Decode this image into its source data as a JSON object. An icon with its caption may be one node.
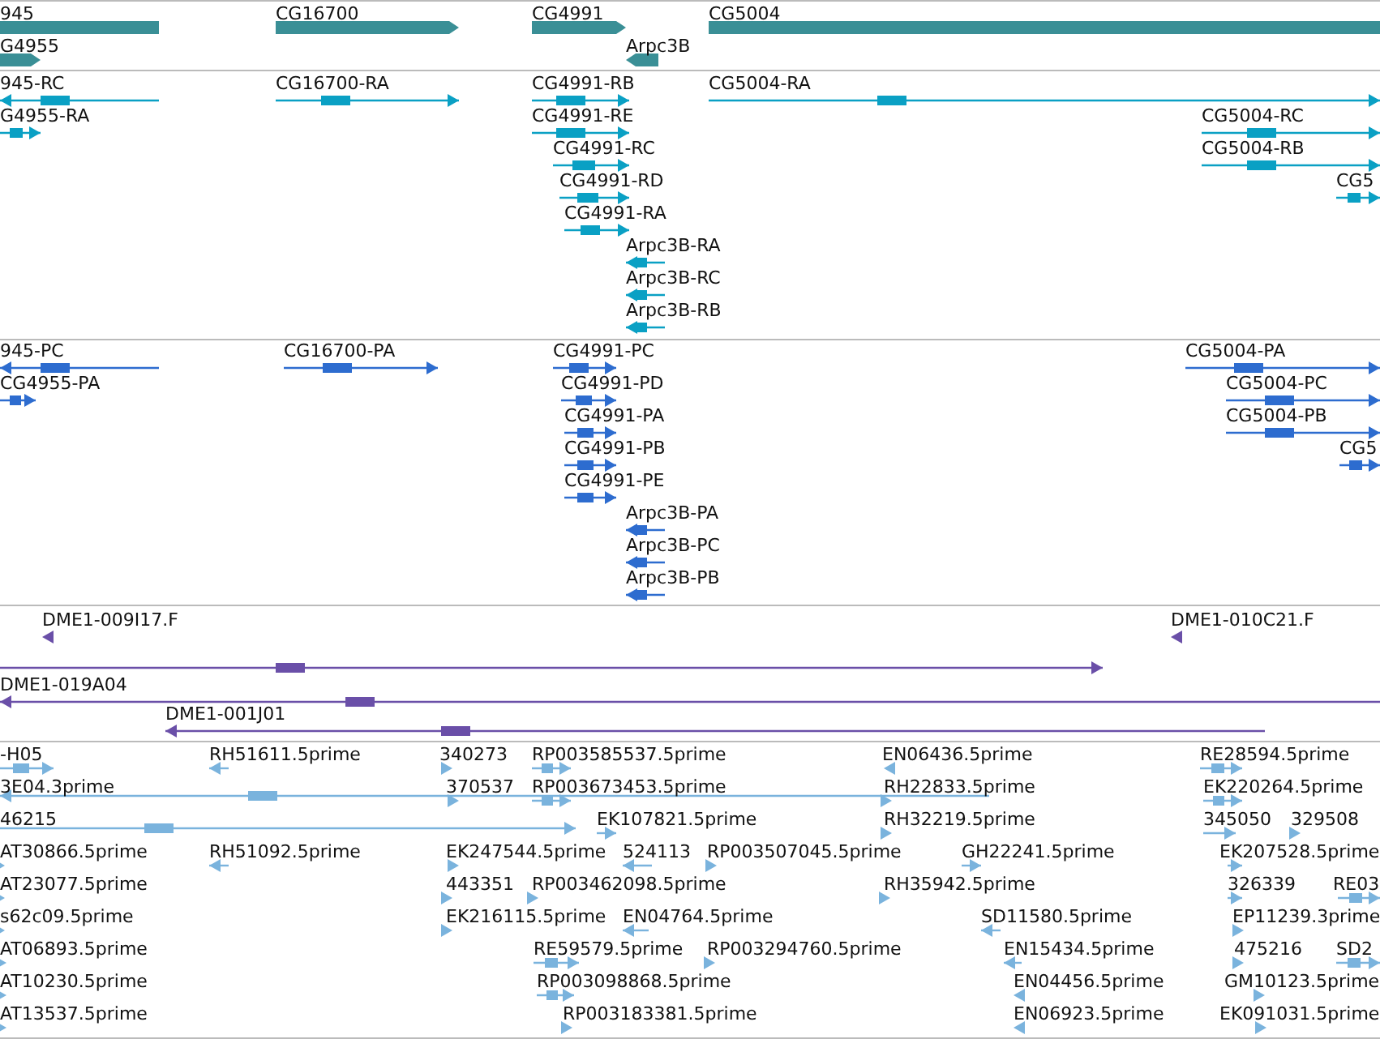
{
  "diagram": {
    "labels": [
      "945",
      "CG16700",
      "CG4991",
      "CG5004",
      "G4955",
      "Arpc3B",
      "945-RC",
      "CG16700-RA",
      "CG4991-RB",
      "CG5004-RA",
      "G4955-RA",
      "CG4991-RE",
      "CG5004-RC",
      "CG4991-RC",
      "CG5004-RB",
      "CG4991-RD",
      "CG5",
      "CG4991-RA",
      "Arpc3B-RA",
      "Arpc3B-RC",
      "Arpc3B-RB",
      "945-PC",
      "CG16700-PA",
      "CG4991-PC",
      "CG5004-PA",
      "CG4955-PA",
      "CG4991-PD",
      "CG5004-PC",
      "CG4991-PA",
      "CG5004-PB",
      "CG4991-PB",
      "CG5",
      "CG4991-PE",
      "Arpc3B-PA",
      "Arpc3B-PC",
      "Arpc3B-PB",
      "DME1-009I17.F",
      "DME1-010C21.F",
      "DME1-019A04",
      "DME1-001J01",
      "-H05",
      "RH51611.5prime",
      "340273",
      "RP003585537.5prime",
      "EN06436.5prime",
      "RE28594.5prime",
      "3E04.3prime",
      "370537",
      "RP003673453.5prime",
      "RH22833.5prime",
      "EK220264.5prime",
      "46215",
      "EK107821.5prime",
      "RH32219.5prime",
      "345050",
      "329508",
      "AT30866.5prime",
      "RH51092.5prime",
      "EK247544.5prime",
      "524113",
      "RP003507045.5prime",
      "GH22241.5prime",
      "EK207528.5prime",
      "AT23077.5prime",
      "443351",
      "RP003462098.5prime",
      "RH35942.5prime",
      "326339",
      "RE03",
      "s62c09.5prime",
      "EK216115.5prime",
      "EN04764.5prime",
      "SD11580.5prime",
      "EP11239.3prime",
      "AT06893.5prime",
      "RE59579.5prime",
      "RP003294760.5prime",
      "EN15434.5prime",
      "475216",
      "SD2",
      "AT10230.5prime",
      "RP003098868.5prime",
      "EN04456.5prime",
      "GM10123.5prime",
      "AT13537.5prime",
      "RP003183381.5prime",
      "EN06923.5prime",
      "EK091031.5prime"
    ]
  }
}
